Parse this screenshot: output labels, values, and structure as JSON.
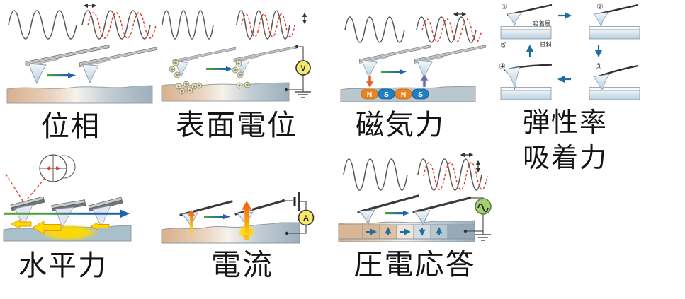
{
  "colors": {
    "wave_line": "#5a5a5a",
    "wave_dashed_red": "#e03426",
    "surface_tan": "#d8af8c",
    "surface_blue_gray": "#9cafbc",
    "tip_blue": "#c9dcec",
    "scan_arrow_green": "#4ea13e",
    "scan_arrow_blue": "#1f63ae",
    "magnet_n_orange": "#ea8420",
    "magnet_s_blue": "#1f7fc2",
    "meter_yellow": "#f6e96a",
    "ac_source_green": "#a6cf70",
    "friction_yellow": "#ffd900",
    "current_orange": "#e8561a",
    "cycle_arrow_blue": "#1f6f9f"
  },
  "panels": {
    "phase": {
      "label": "位相"
    },
    "surface_potential": {
      "label": "表面電位",
      "voltmeter_label": "V"
    },
    "magnetic_force": {
      "label": "磁気力",
      "magnet_labels": [
        "N",
        "S",
        "N",
        "S"
      ]
    },
    "elasticity_adhesion": {
      "label_line1": "弾性率",
      "label_line2": "吸着力",
      "adsorption_layer_label": "吸着層",
      "sample_label": "試料",
      "step_labels": [
        "①",
        "②",
        "③",
        "④",
        "⑤"
      ]
    },
    "lateral_force": {
      "label": "水平力"
    },
    "current": {
      "label": "電流",
      "ammeter_label": "A"
    },
    "piezoresponse": {
      "label": "圧電応答"
    }
  }
}
